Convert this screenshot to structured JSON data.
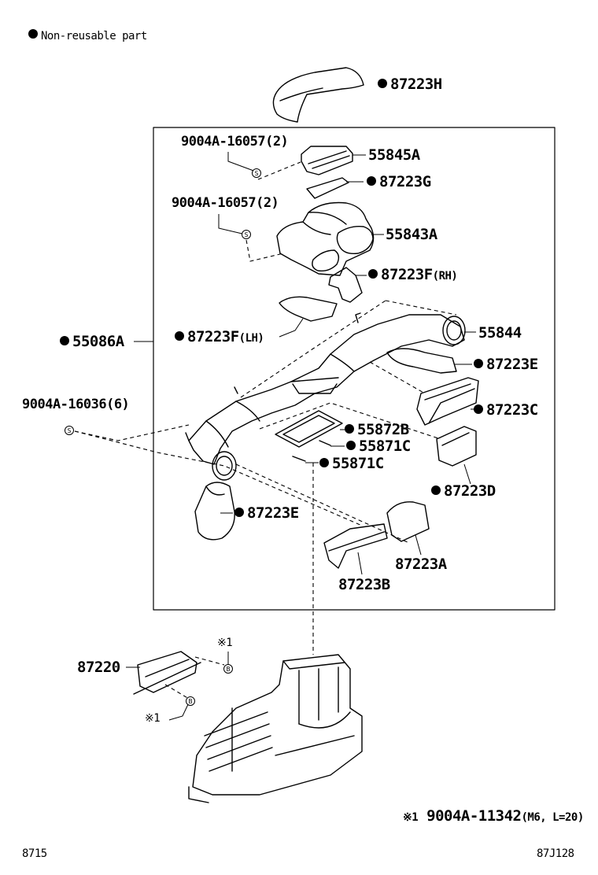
{
  "legend": {
    "text": "Non-reusable part"
  },
  "labels": {
    "p87223H": "87223H",
    "p9004A_16057_a": "9004A-16057(2)",
    "p55845A": "55845A",
    "p87223G": "87223G",
    "p9004A_16057_b": "9004A-16057(2)",
    "p55843A": "55843A",
    "p87223F_RH": "87223F",
    "p87223F_RH_suffix": "(RH)",
    "p87223F_LH": "87223F",
    "p87223F_LH_suffix": "(LH)",
    "p55086A": "55086A",
    "p55844": "55844",
    "p87223E_right": "87223E",
    "p9004A_16036": "9004A-16036(6)",
    "p87223C": "87223C",
    "p55872B": "55872B",
    "p55871C_a": "55871C",
    "p55871C_b": "55871C",
    "p87223D": "87223D",
    "p87223E_left": "87223E",
    "p87223A": "87223A",
    "p87223B": "87223B",
    "p87220": "87220",
    "ref1_top": "※1",
    "ref1_bottom": "※1",
    "screw_S": "S",
    "screw_B": "B",
    "footnote_mark": "※1",
    "footnote_part": "9004A-11342",
    "footnote_spec": "(M6, L=20)",
    "code_left": "8715",
    "code_right": "87J128"
  }
}
